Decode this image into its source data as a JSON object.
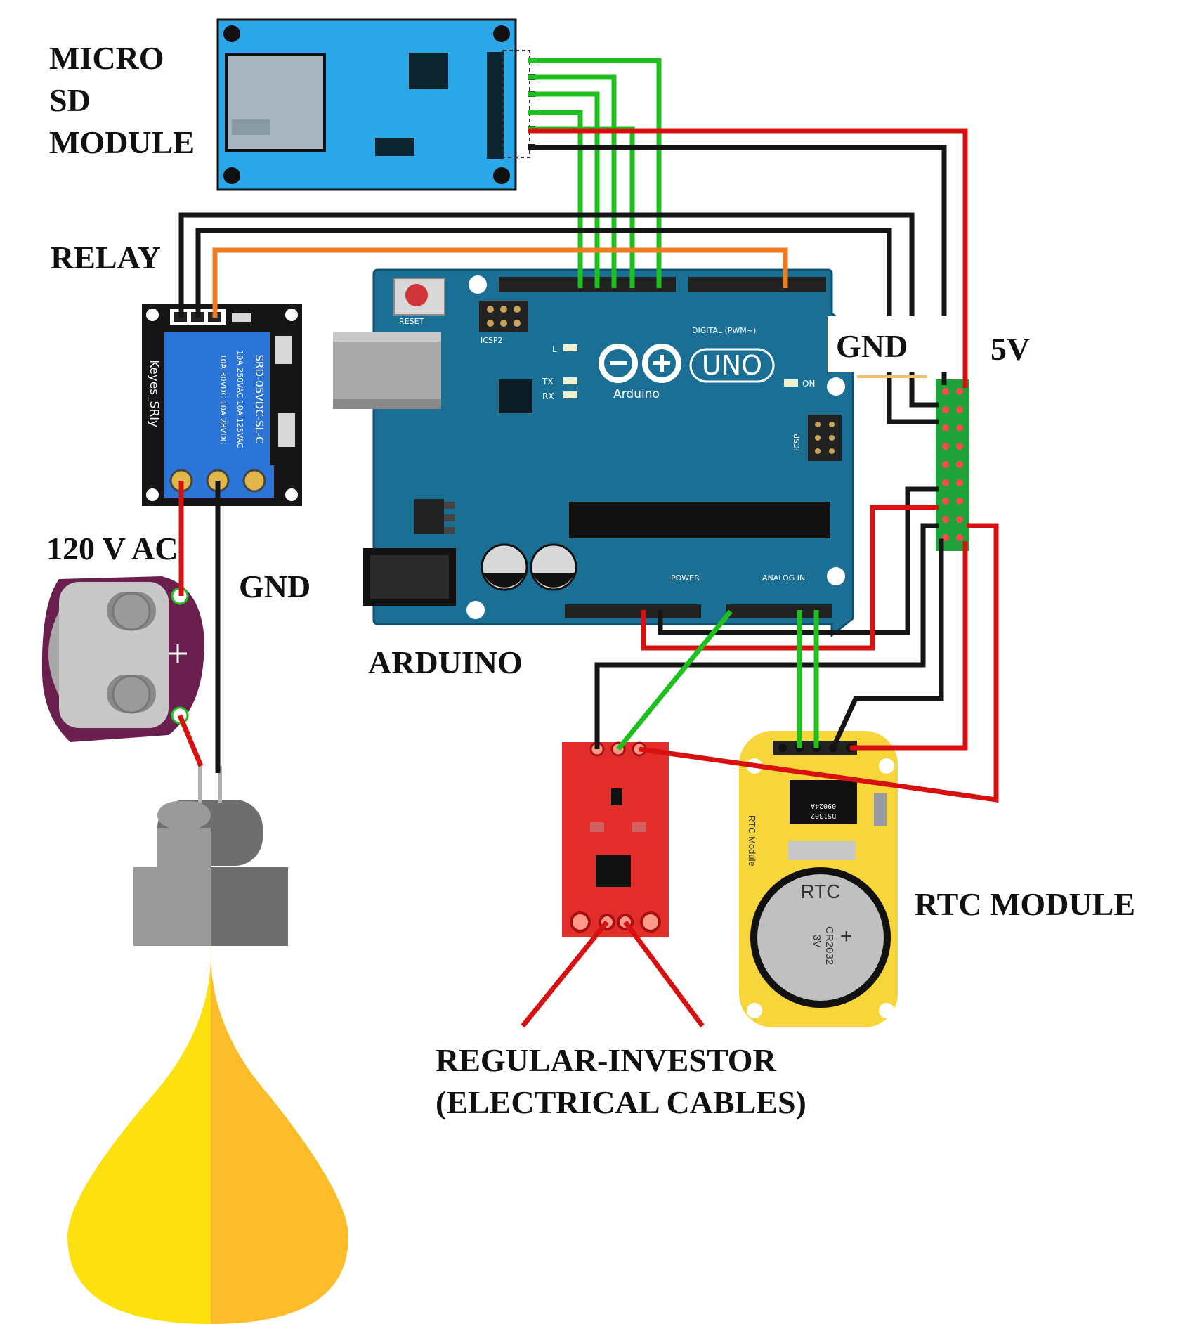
{
  "labels": {
    "sd_module": [
      "MICRO",
      "SD",
      "MODULE"
    ],
    "relay": "RELAY",
    "ac_source": "120 V AC",
    "gnd_relay": "GND",
    "gnd_breadboard": "GND",
    "five_v": "5V",
    "arduino": "ARDUINO",
    "rtc_module": "RTC MODULE",
    "sensor_caption": [
      "REGULAR-INVESTOR",
      "(ELECTRICAL CABLES)"
    ]
  },
  "arduino_board": {
    "logo_text": "UNO",
    "brand": "Arduino",
    "reset_label": "RESET",
    "icsp2_label": "ICSP2",
    "icsp_label": "ICSP",
    "digital_label": "DIGITAL (PWM~)",
    "power_label": "POWER",
    "analog_label": "ANALOG IN",
    "led_labels": [
      "L",
      "TX",
      "RX",
      "ON"
    ]
  },
  "relay_board": {
    "brand": "Keyes_SRly",
    "relay_text": [
      "SRD-05VDC-SL-C",
      "10A 250VAC 10A 125VAC",
      "10A 30VDC 10A 28VDC"
    ]
  },
  "rtc_board": {
    "module_text": "RTC Module",
    "chip_text": [
      "DS1302",
      "09024A"
    ],
    "battery_title": "RTC",
    "battery_model": "CR2032",
    "battery_voltage": "3V",
    "battery_plus": "+"
  },
  "colors": {
    "wire_green": "#1ec01e",
    "wire_red": "#d81010",
    "wire_black": "#151515",
    "wire_orange": "#f07a1e",
    "arduino_blue": "#1b6e94",
    "sd_blue": "#2aa7e8",
    "relay_blue": "#2b74d8",
    "sensor_red": "#e22d2a",
    "rtc_yellow": "#f7d63b",
    "bulb_yellow": "#fde10e",
    "bulb_orange": "#fdbd2a",
    "battery_purple": "#6b1f4f"
  }
}
